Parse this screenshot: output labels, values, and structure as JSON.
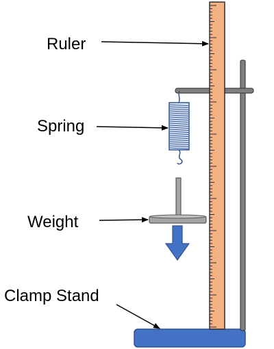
{
  "labels": {
    "ruler": "Ruler",
    "spring": "Spring",
    "weight": "Weight",
    "clamp_stand": "Clamp Stand"
  },
  "colors": {
    "ruler_fill": "#F4B183",
    "outline": "#2F2F2F",
    "stand_fill": "#4472C4",
    "stand_outline": "#2F528F",
    "rod_fill": "#7F7F7F",
    "spring_fill": "#DAE3F3",
    "spring_stroke": "#2F5597",
    "weight_fill": "#A5A5A5",
    "arrow_fill": "#4472C4",
    "label_color": "#000000"
  }
}
